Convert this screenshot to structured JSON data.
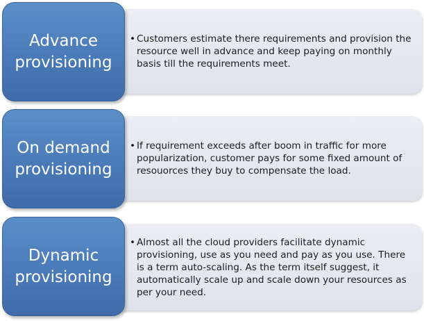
{
  "items": [
    {
      "label_line1": "Advance",
      "label_line2": "provisioning",
      "bullet": "•",
      "text": "Customers estimate there requirements and provision the resource well in advance and keep paying on monthly basis till the requirements meet."
    },
    {
      "label_line1": "On demand",
      "label_line2": "provisioning",
      "bullet": "•",
      "text": "If requirement exceeds after boom in traffic for more popularization, customer pays for some fixed amount of resouorces they buy to compensate the load."
    },
    {
      "label_line1": "Dynamic",
      "label_line2": "provisioning",
      "bullet": "•",
      "text": " Almost all the cloud providers facilitate dynamic provisioning, use as you need and pay as you use. There is a term auto-scaling. As the term itself suggest, it automatically scale up and scale down your resources as per your need."
    }
  ],
  "colors": {
    "label_fill": "#4a7ab8",
    "label_border": "#3a6298",
    "desc_fill": "#e6e8f0",
    "text": "#1c1c1c"
  }
}
